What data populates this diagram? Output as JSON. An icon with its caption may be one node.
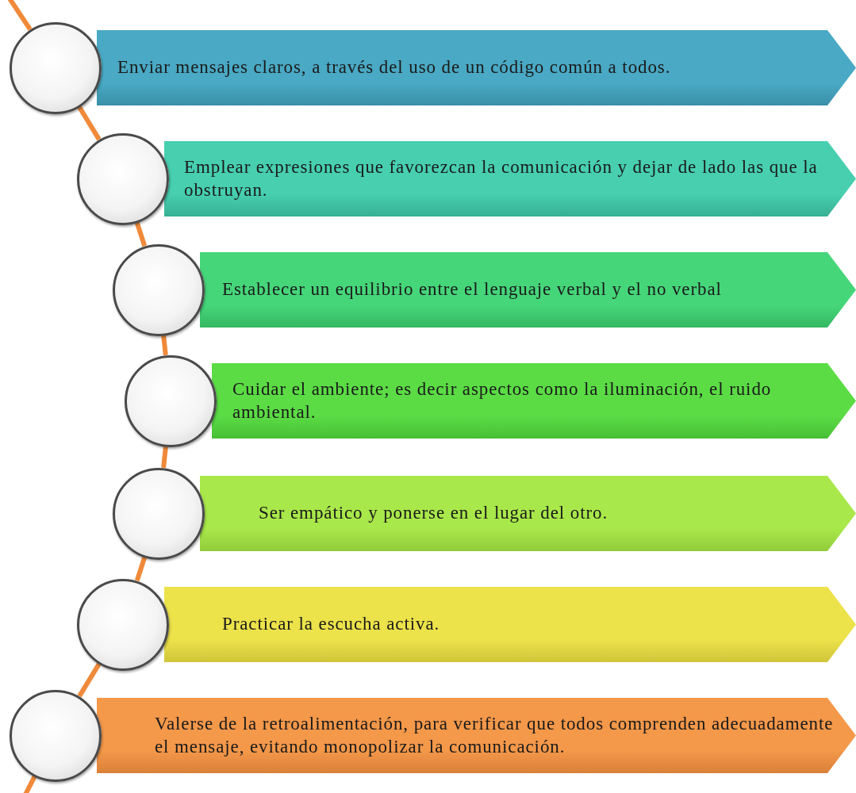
{
  "diagram": {
    "nodes": [
      {
        "text": [],
        "shape": "circle"
      },
      {
        "text": [
          "Enviar mensajes claros, a través del uso de un código común a todos."
        ]
      },
      {
        "text": [],
        "shape": "circle"
      },
      {
        "text": [
          "Emplear expresiones que favorezcan la comunicación y dejar de lado las que la obstruyan."
        ]
      },
      {
        "text": [],
        "shape": "circle"
      },
      {
        "text": [
          "Establecer un equilibrio entre el lenguaje verbal y el no verbal"
        ]
      },
      {
        "text": [],
        "shape": "circle"
      },
      {
        "text": [
          "Cuidar el ambiente; es decir aspectos como la iluminación, el ruido ambiental."
        ]
      },
      {
        "text": [],
        "shape": "circle"
      },
      {
        "text": [
          "Ser empático y ponerse en el lugar del otro."
        ]
      },
      {
        "text": [],
        "shape": "circle"
      },
      {
        "text": [
          "Practicar la escucha activa."
        ]
      },
      {
        "text": [],
        "shape": "circle"
      },
      {
        "text": [
          "Valerse de la retroalimentación, para verificar que todos comprenden adecuadamente el mensaje, evitando monopolizar la comunicación."
        ]
      }
    ],
    "edges": [
      {
        "from": null,
        "to": 0,
        "arrow": "none",
        "color": "#f08a3a"
      },
      {
        "from": 0,
        "to": 2,
        "arrow": "none",
        "color": "#f08a3a"
      },
      {
        "from": 2,
        "to": 4,
        "arrow": "none",
        "color": "#f08a3a"
      },
      {
        "from": 4,
        "to": 6,
        "arrow": "none",
        "color": "#f08a3a"
      },
      {
        "from": 6,
        "to": 8,
        "arrow": "none",
        "color": "#f08a3a"
      },
      {
        "from": 8,
        "to": 10,
        "arrow": "none",
        "color": "#f08a3a"
      },
      {
        "from": 10,
        "to": 12,
        "arrow": "none",
        "color": "#f08a3a"
      },
      {
        "from": 12,
        "to": null,
        "arrow": "none",
        "color": "#f08a3a"
      }
    ]
  }
}
